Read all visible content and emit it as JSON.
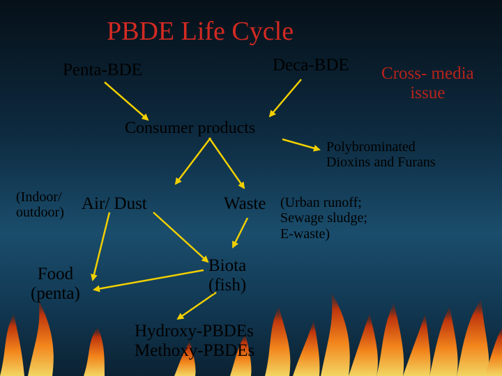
{
  "slide": {
    "title": "PBDE Life Cycle",
    "nodes": {
      "penta_bde": "Penta-BDE",
      "deca_bde": "Deca-BDE",
      "cross_media": "Cross- media\nissue",
      "consumer_products": "Consumer products",
      "dioxins_furans": "Polybrominated\nDioxins and Furans",
      "indoor_outdoor": "(Indoor/\noutdoor)",
      "air_dust": "Air/ Dust",
      "waste": "Waste",
      "waste_sources": "(Urban runoff;\nSewage sludge;\nE-waste)",
      "food": "Food\n(penta)",
      "biota": "Biota\n(fish)",
      "metabolites": "Hydroxy-PBDEs\nMethoxy-PBDEs"
    }
  },
  "colors": {
    "arrow": "#f2d000",
    "title": "#d42a22",
    "cross_media": "#b8231c",
    "text": "#000000"
  }
}
